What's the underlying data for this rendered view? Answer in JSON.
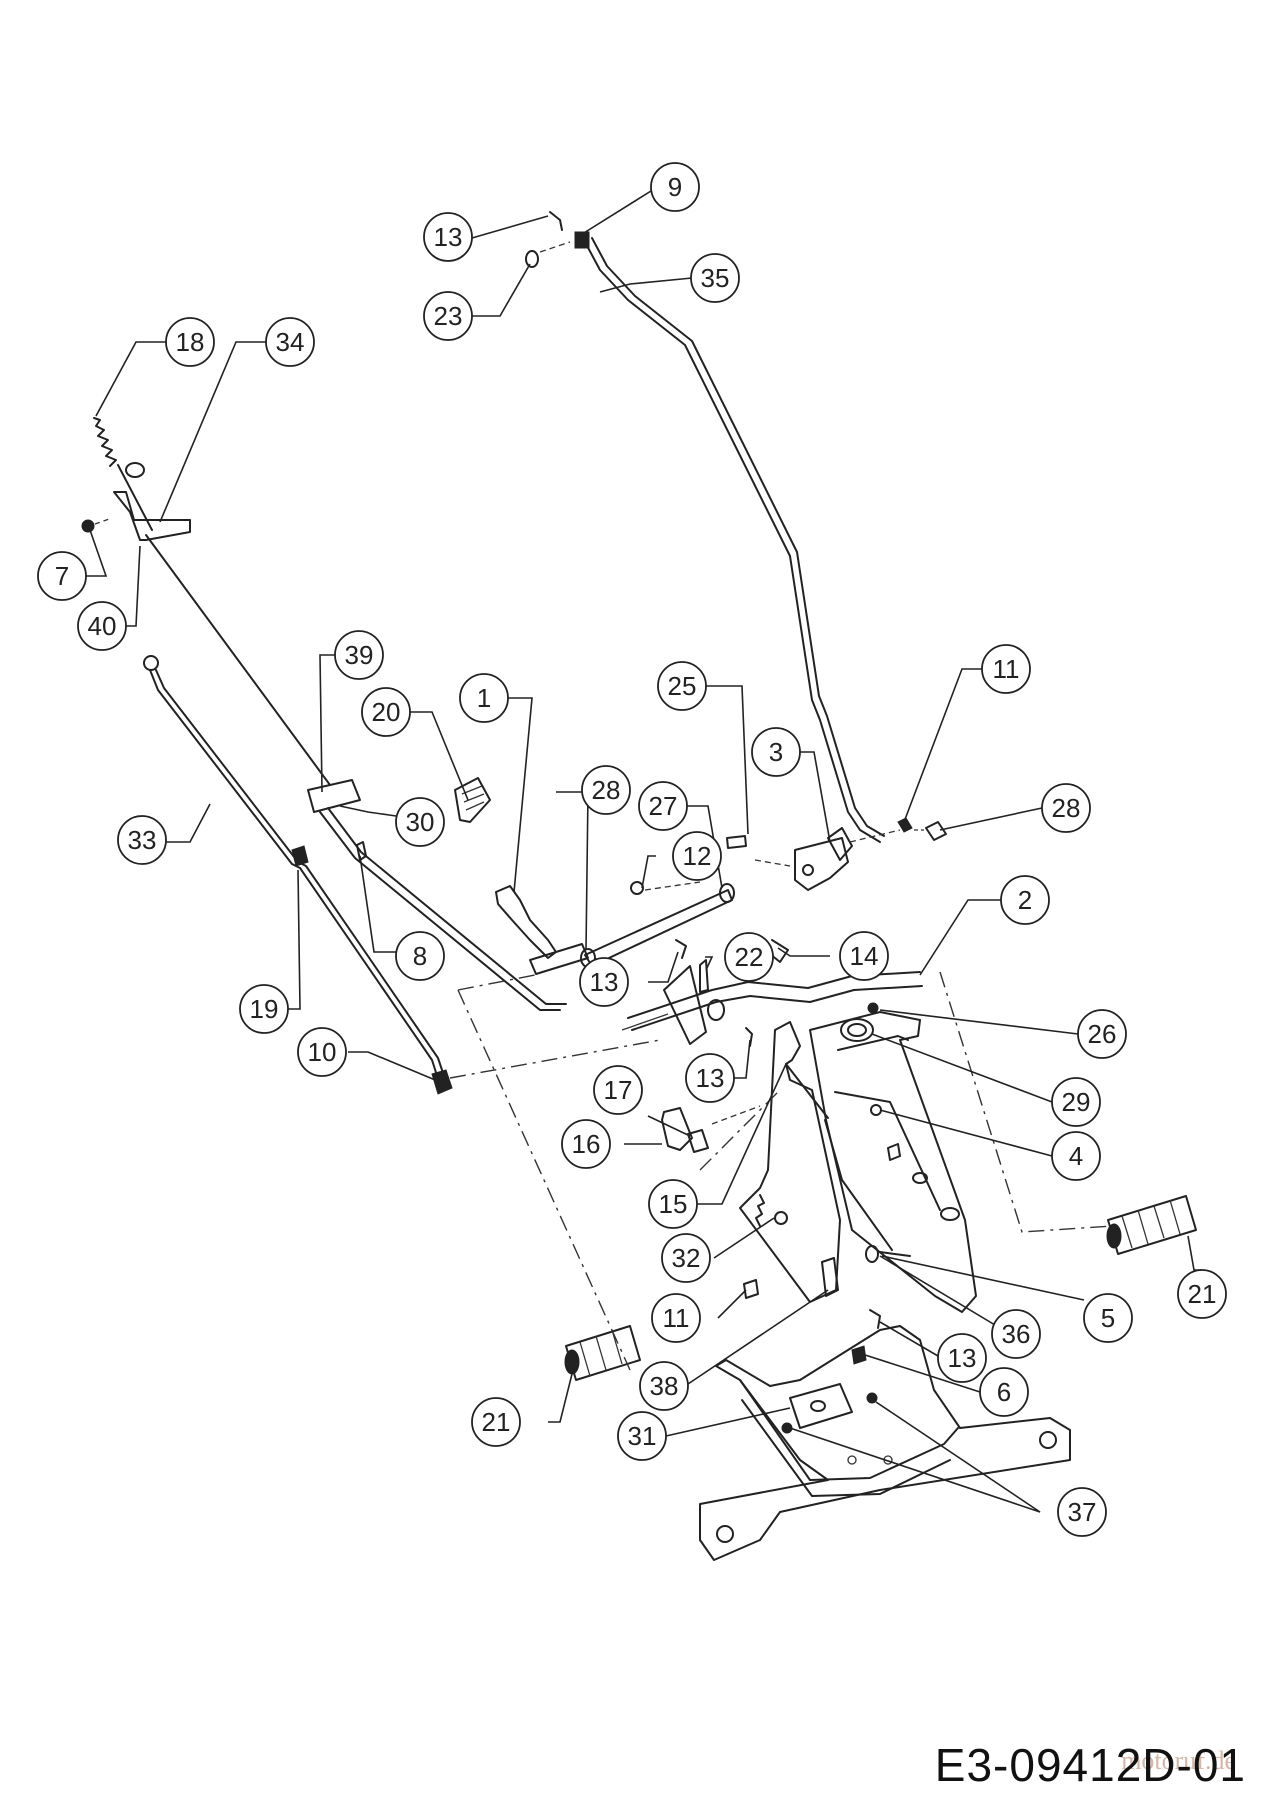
{
  "document": {
    "code": "E3-09412D-01",
    "watermark": "motoruf.de"
  },
  "callouts": [
    {
      "id": "c9",
      "number": "9"
    },
    {
      "id": "c13a",
      "number": "13"
    },
    {
      "id": "c23",
      "number": "23"
    },
    {
      "id": "c35",
      "number": "35"
    },
    {
      "id": "c18",
      "number": "18"
    },
    {
      "id": "c34",
      "number": "34"
    },
    {
      "id": "c7",
      "number": "7"
    },
    {
      "id": "c40",
      "number": "40"
    },
    {
      "id": "c39",
      "number": "39"
    },
    {
      "id": "c20",
      "number": "20"
    },
    {
      "id": "c1",
      "number": "1"
    },
    {
      "id": "c25",
      "number": "25"
    },
    {
      "id": "c3",
      "number": "3"
    },
    {
      "id": "c11a",
      "number": "11"
    },
    {
      "id": "c28a",
      "number": "28"
    },
    {
      "id": "c27",
      "number": "27"
    },
    {
      "id": "c28b",
      "number": "28"
    },
    {
      "id": "c33",
      "number": "33"
    },
    {
      "id": "c30",
      "number": "30"
    },
    {
      "id": "c12",
      "number": "12"
    },
    {
      "id": "c2",
      "number": "2"
    },
    {
      "id": "c8",
      "number": "8"
    },
    {
      "id": "c13b",
      "number": "13"
    },
    {
      "id": "c22",
      "number": "22"
    },
    {
      "id": "c14",
      "number": "14"
    },
    {
      "id": "c19",
      "number": "19"
    },
    {
      "id": "c26",
      "number": "26"
    },
    {
      "id": "c10",
      "number": "10"
    },
    {
      "id": "c13c",
      "number": "13"
    },
    {
      "id": "c17",
      "number": "17"
    },
    {
      "id": "c29",
      "number": "29"
    },
    {
      "id": "c16",
      "number": "16"
    },
    {
      "id": "c4",
      "number": "4"
    },
    {
      "id": "c15",
      "number": "15"
    },
    {
      "id": "c32",
      "number": "32"
    },
    {
      "id": "c21a",
      "number": "21"
    },
    {
      "id": "c5",
      "number": "5"
    },
    {
      "id": "c36",
      "number": "36"
    },
    {
      "id": "c11b",
      "number": "11"
    },
    {
      "id": "c13d",
      "number": "13"
    },
    {
      "id": "c38",
      "number": "38"
    },
    {
      "id": "c6",
      "number": "6"
    },
    {
      "id": "c21b",
      "number": "21"
    },
    {
      "id": "c31",
      "number": "31"
    },
    {
      "id": "c37",
      "number": "37"
    }
  ]
}
